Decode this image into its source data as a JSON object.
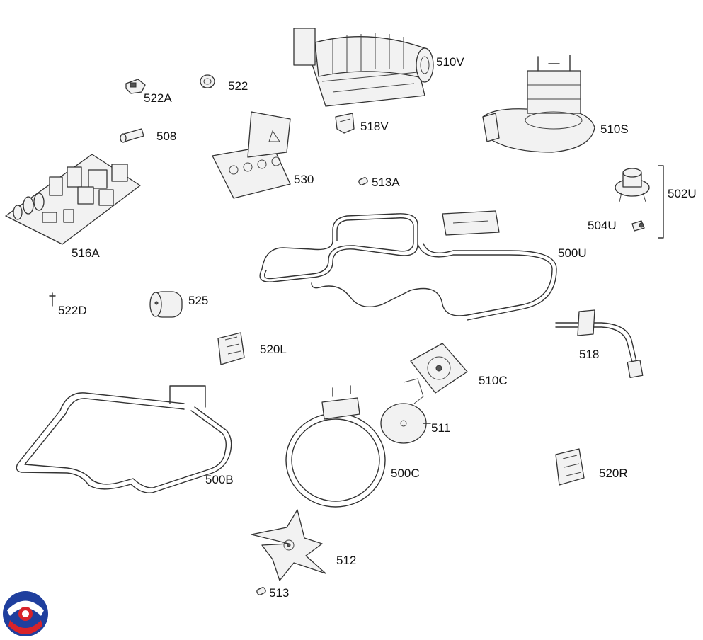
{
  "labels": {
    "p510V": "510V",
    "p522A": "522A",
    "p522": "522",
    "p508": "508",
    "p518V": "518V",
    "p510S": "510S",
    "p530": "530",
    "p513A": "513A",
    "p502U": "502U",
    "p504U": "504U",
    "p516A": "516A",
    "p500U": "500U",
    "p522D": "522D",
    "p525": "525",
    "p518": "518",
    "p520L": "520L",
    "p510C": "510C",
    "p511": "511",
    "p500B": "500B",
    "p500C": "500C",
    "p520R": "520R",
    "p512": "512",
    "p513": "513"
  },
  "logo": {
    "colors": {
      "blue": "#1f3f9e",
      "red": "#d8232a"
    }
  }
}
